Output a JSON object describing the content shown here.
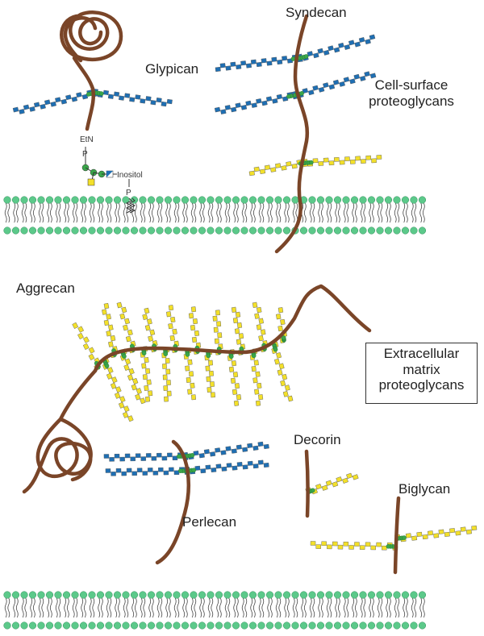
{
  "labels": {
    "glypican": "Glypican",
    "syndecan": "Syndecan",
    "cell_surface": [
      "Cell-surface",
      "proteoglycans"
    ],
    "aggrecan": "Aggrecan",
    "ecm": [
      "Extracellular",
      "matrix",
      "proteoglycans"
    ],
    "decorin": "Decorin",
    "biglycan": "Biglycan",
    "perlecan": "Perlecan"
  },
  "gpi_anchor": {
    "etn": "EtN",
    "p1": "P",
    "inositol": "Inositol",
    "p2": "P"
  },
  "colors": {
    "core_protein": "#7a4528",
    "heparan_sulfate": "#1f6fb3",
    "chondroitin_sulfate": "#f3e02a",
    "linker_sugar": "#3aa64a",
    "membrane_head": "#5cc98a",
    "membrane_tail": "#444444"
  }
}
